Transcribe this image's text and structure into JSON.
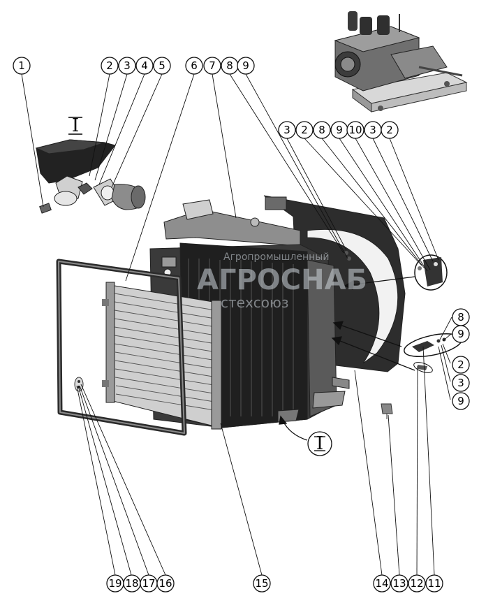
{
  "callouts": {
    "c1": "1",
    "c2a": "2",
    "c3a": "3",
    "c4": "4",
    "c5": "5",
    "c6": "6",
    "c7": "7",
    "c8a": "8",
    "c9a": "9",
    "c3b": "3",
    "c2b": "2",
    "c8b": "8",
    "c9b": "9",
    "c10": "10",
    "c3c": "3",
    "c2c": "2",
    "c8c": "8",
    "c9c": "9",
    "c2d": "2",
    "c3d": "3",
    "c9d": "9",
    "c19": "19",
    "c18": "18",
    "c17": "17",
    "c16": "16",
    "c15": "15",
    "c14": "14",
    "c13": "13",
    "c12": "12",
    "c11": "11"
  },
  "view_marks": {
    "top": "I",
    "bottom": "I"
  },
  "watermark": {
    "line1": "Агропромышленный",
    "line2": "АГРОСНАБ",
    "line3": "стехсоюз"
  }
}
